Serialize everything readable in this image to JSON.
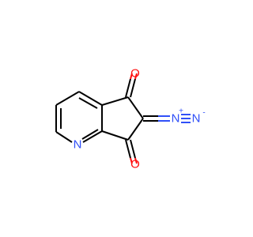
{
  "molecule": {
    "atoms": {
      "o_top": "O",
      "o_bottom": "O",
      "n_ring": "N",
      "n_inner": "N",
      "n_inner_charge": "+",
      "n_outer": "N",
      "n_outer_charge": "-"
    },
    "colors": {
      "bond": "#000000",
      "oxygen": "#ff0d0d",
      "nitrogen": "#3050f8"
    }
  }
}
